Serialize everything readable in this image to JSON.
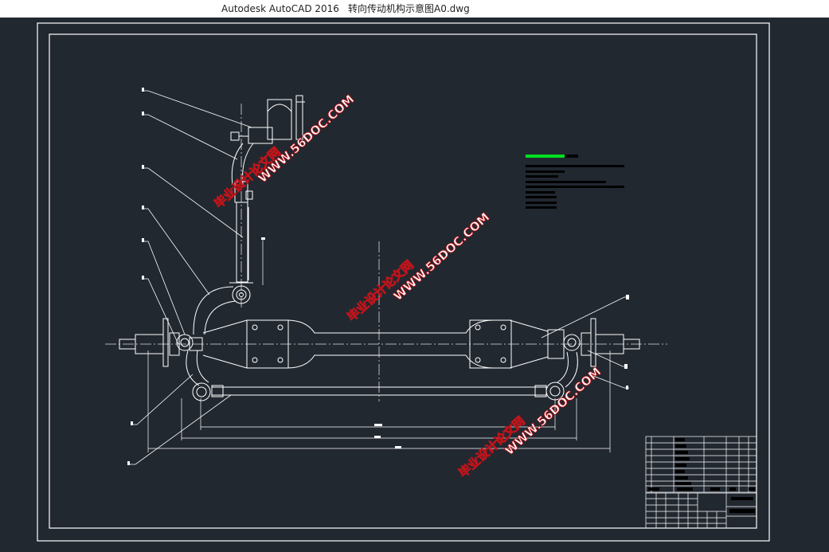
{
  "window": {
    "app_title": "Autodesk AutoCAD 2016",
    "file_name": "转向传动机构示意图A0.dwg"
  },
  "drawing": {
    "watermark_domain": "WWW.56DOC.COM",
    "watermark_cn": "毕业设计论文网"
  },
  "colors": {
    "background": "#222830",
    "line": "#ffffff",
    "highlight": "#00e020"
  }
}
